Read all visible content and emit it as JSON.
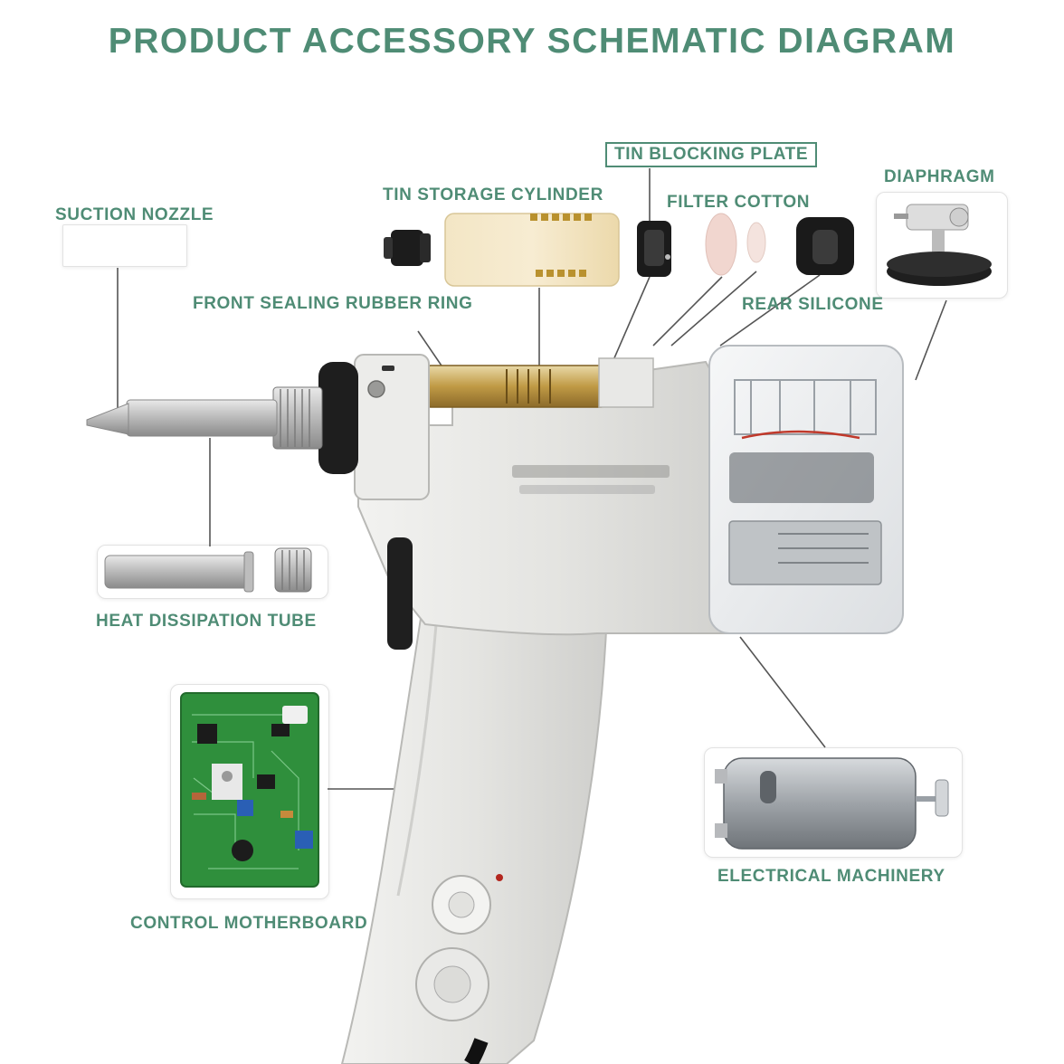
{
  "title": "PRODUCT ACCESSORY SCHEMATIC DIAGRAM",
  "labels": {
    "suction_nozzle": "SUCTION NOZZLE",
    "tin_storage_cylinder": "TIN STORAGE CYLINDER",
    "tin_blocking_plate": "TIN BLOCKING PLATE",
    "filter_cotton": "FILTER COTTON",
    "diaphragm": "DIAPHRAGM",
    "front_sealing_rubber_ring": "FRONT SEALING RUBBER RING",
    "rear_silicone": "REAR SILICONE",
    "heat_dissipation_tube": "HEAT DISSIPATION TUBE",
    "control_motherboard": "CONTROL MOTHERBOARD",
    "electrical_machinery": "ELECTRICAL MACHINERY"
  },
  "colors": {
    "accent": "#4f8c75",
    "gun_body": "#e6e6e4",
    "cylinder": "#c9a44e",
    "pcb": "#2f8f3c",
    "motor": "#a9adb2"
  }
}
